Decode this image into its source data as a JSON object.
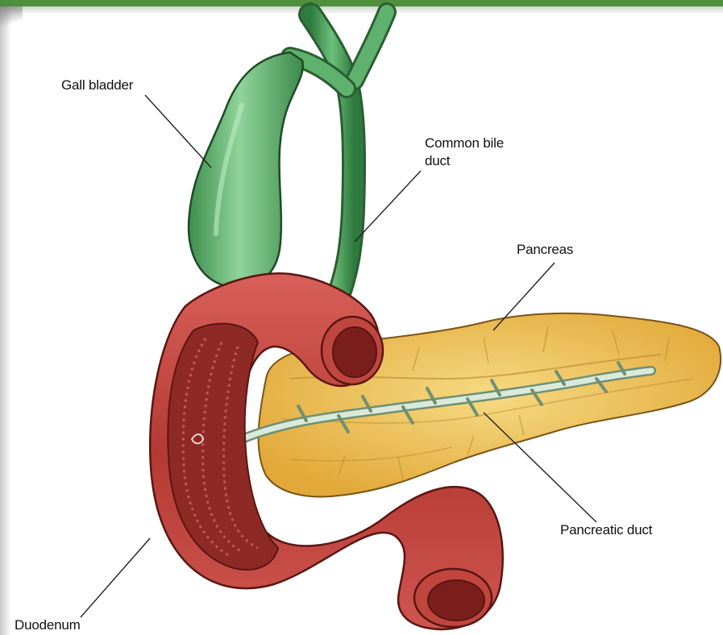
{
  "diagram": {
    "labels": {
      "gall_bladder": "Gall bladder",
      "common_bile_duct_line1": "Common bile",
      "common_bile_duct_line2": "duct",
      "pancreas": "Pancreas",
      "pancreatic_duct": "Pancreatic duct",
      "duodenum": "Duodenum"
    },
    "colors": {
      "frame_accent": "#4f8f3e",
      "gall_bladder": "#6fbf7a",
      "bile_duct": "#4a9a5a",
      "duodenum": "#c0463f",
      "duodenum_inner": "#8e2a26",
      "pancreas": "#efc55a",
      "pancreatic_duct": "#d9eadb",
      "leader_lines": "#222222"
    }
  }
}
